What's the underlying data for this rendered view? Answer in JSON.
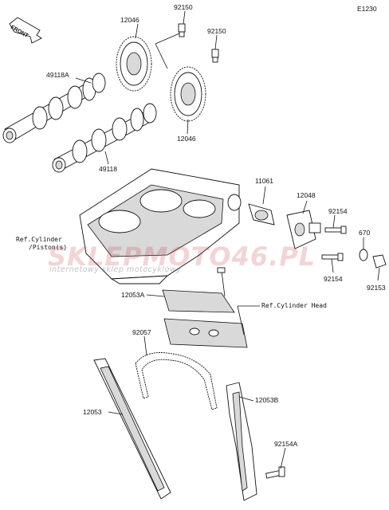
{
  "diagram": {
    "code": "E1230",
    "front_marker": "FRONT",
    "labels": {
      "p92150_top": "92150",
      "p12046_top": "12046",
      "p92150_mid": "92150",
      "p49118A": "49118A",
      "p12046_bot": "12046",
      "p49118": "49118",
      "p11061": "11061",
      "p12048": "12048",
      "p92154_top": "92154",
      "p670": "670",
      "p92154_bot": "92154",
      "p92153": "92153",
      "ref_cylinder": "Ref.Cylinder",
      "ref_pistons": "/Piston(s)",
      "p12053A": "12053A",
      "ref_cyl_head": "Ref.Cylinder Head",
      "p92057": "92057",
      "p12053": "12053",
      "p12053B": "12053B",
      "p92154A": "92154A"
    }
  },
  "watermark": {
    "brand": "SKLEPMOTO46.PL",
    "tagline": "internetowy sklep motocyklowy"
  }
}
